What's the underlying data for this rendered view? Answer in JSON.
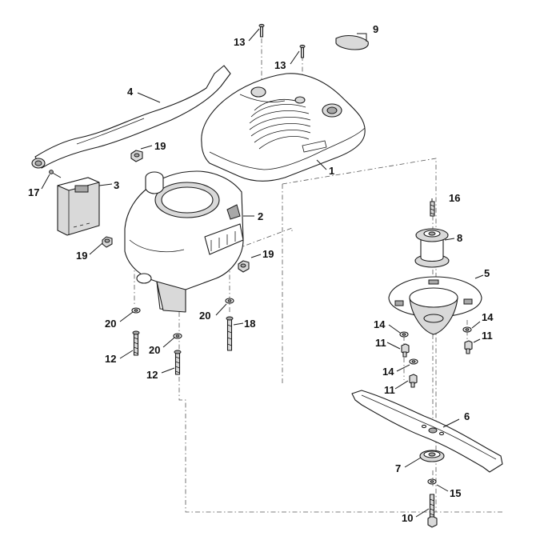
{
  "callouts": [
    {
      "id": "c13a",
      "text": "13"
    },
    {
      "id": "c9",
      "text": "9"
    },
    {
      "id": "c13b",
      "text": "13"
    },
    {
      "id": "c4",
      "text": "4"
    },
    {
      "id": "c1",
      "text": "1"
    },
    {
      "id": "c19a",
      "text": "19"
    },
    {
      "id": "c17",
      "text": "17"
    },
    {
      "id": "c3",
      "text": "3"
    },
    {
      "id": "c2",
      "text": "2"
    },
    {
      "id": "c16",
      "text": "16"
    },
    {
      "id": "c8",
      "text": "8"
    },
    {
      "id": "c19b",
      "text": "19"
    },
    {
      "id": "c19c",
      "text": "19"
    },
    {
      "id": "c5",
      "text": "5"
    },
    {
      "id": "c20a",
      "text": "20"
    },
    {
      "id": "c20b",
      "text": "20"
    },
    {
      "id": "c18",
      "text": "18"
    },
    {
      "id": "c14a",
      "text": "14"
    },
    {
      "id": "c14b",
      "text": "14"
    },
    {
      "id": "c11a",
      "text": "11"
    },
    {
      "id": "c11b",
      "text": "11"
    },
    {
      "id": "c12a",
      "text": "12"
    },
    {
      "id": "c20c",
      "text": "20"
    },
    {
      "id": "c14c",
      "text": "14"
    },
    {
      "id": "c12b",
      "text": "12"
    },
    {
      "id": "c11c",
      "text": "11"
    },
    {
      "id": "c6",
      "text": "6"
    },
    {
      "id": "c7",
      "text": "7"
    },
    {
      "id": "c15",
      "text": "15"
    },
    {
      "id": "c10",
      "text": "10"
    }
  ]
}
